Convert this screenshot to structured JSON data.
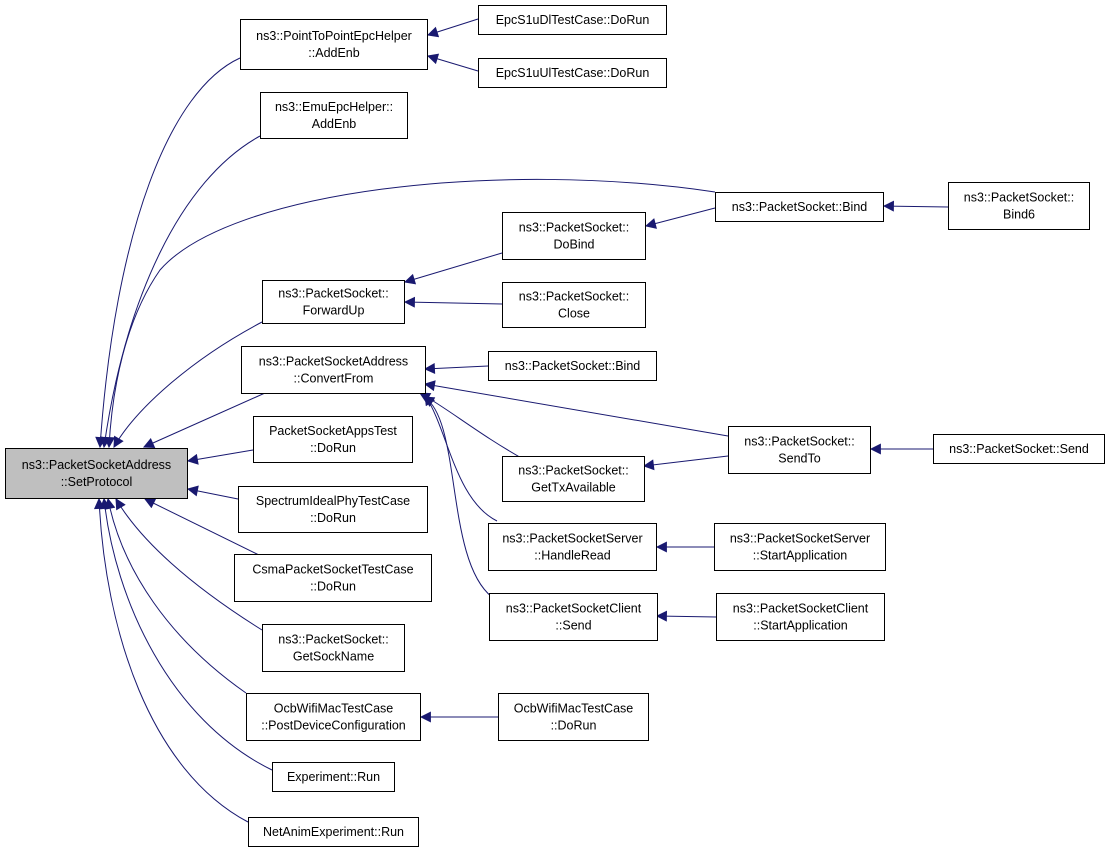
{
  "colors": {
    "edge": "#191970",
    "node_border": "#000000",
    "node_fill": "#ffffff",
    "focus_fill": "#bfbfbf",
    "text": "#000000"
  },
  "nodes": [
    {
      "id": "setprotocol",
      "lines": [
        "ns3::PacketSocketAddress",
        "::SetProtocol"
      ],
      "focus": true
    },
    {
      "id": "p2p_addenb",
      "lines": [
        "ns3::PointToPointEpcHelper",
        "::AddEnb"
      ]
    },
    {
      "id": "epcdl",
      "lines": [
        "EpcS1uDlTestCase::DoRun"
      ]
    },
    {
      "id": "epcul",
      "lines": [
        "EpcS1uUlTestCase::DoRun"
      ]
    },
    {
      "id": "emu_addenb",
      "lines": [
        "ns3::EmuEpcHelper::",
        "AddEnb"
      ]
    },
    {
      "id": "ps_bind_top",
      "lines": [
        "ns3::PacketSocket::Bind"
      ]
    },
    {
      "id": "ps_bind6",
      "lines": [
        "ns3::PacketSocket::",
        "Bind6"
      ]
    },
    {
      "id": "ps_dobind",
      "lines": [
        "ns3::PacketSocket::",
        "DoBind"
      ]
    },
    {
      "id": "ps_forwardup",
      "lines": [
        "ns3::PacketSocket::",
        "ForwardUp"
      ]
    },
    {
      "id": "ps_close",
      "lines": [
        "ns3::PacketSocket::",
        "Close"
      ]
    },
    {
      "id": "psa_convertfrom",
      "lines": [
        "ns3::PacketSocketAddress",
        "::ConvertFrom"
      ]
    },
    {
      "id": "ps_bind_mid",
      "lines": [
        "ns3::PacketSocket::Bind"
      ]
    },
    {
      "id": "ps_sendto",
      "lines": [
        "ns3::PacketSocket::",
        "SendTo"
      ]
    },
    {
      "id": "ps_send",
      "lines": [
        "ns3::PacketSocket::Send"
      ]
    },
    {
      "id": "ps_gettx",
      "lines": [
        "ns3::PacketSocket::",
        "GetTxAvailable"
      ]
    },
    {
      "id": "pss_handleread",
      "lines": [
        "ns3::PacketSocketServer",
        "::HandleRead"
      ]
    },
    {
      "id": "pss_start",
      "lines": [
        "ns3::PacketSocketServer",
        "::StartApplication"
      ]
    },
    {
      "id": "psc_send",
      "lines": [
        "ns3::PacketSocketClient",
        "::Send"
      ]
    },
    {
      "id": "psc_start",
      "lines": [
        "ns3::PacketSocketClient",
        "::StartApplication"
      ]
    },
    {
      "id": "psapps",
      "lines": [
        "PacketSocketAppsTest",
        "::DoRun"
      ]
    },
    {
      "id": "spectrum",
      "lines": [
        "SpectrumIdealPhyTestCase",
        "::DoRun"
      ]
    },
    {
      "id": "csma",
      "lines": [
        "CsmaPacketSocketTestCase",
        "::DoRun"
      ]
    },
    {
      "id": "ps_getsockname",
      "lines": [
        "ns3::PacketSocket::",
        "GetSockName"
      ]
    },
    {
      "id": "ocb_postdev",
      "lines": [
        "OcbWifiMacTestCase",
        "::PostDeviceConfiguration"
      ]
    },
    {
      "id": "ocb_dorun",
      "lines": [
        "OcbWifiMacTestCase",
        "::DoRun"
      ]
    },
    {
      "id": "experiment",
      "lines": [
        "Experiment::Run"
      ]
    },
    {
      "id": "netanim",
      "lines": [
        "NetAnimExperiment::Run"
      ]
    }
  ]
}
